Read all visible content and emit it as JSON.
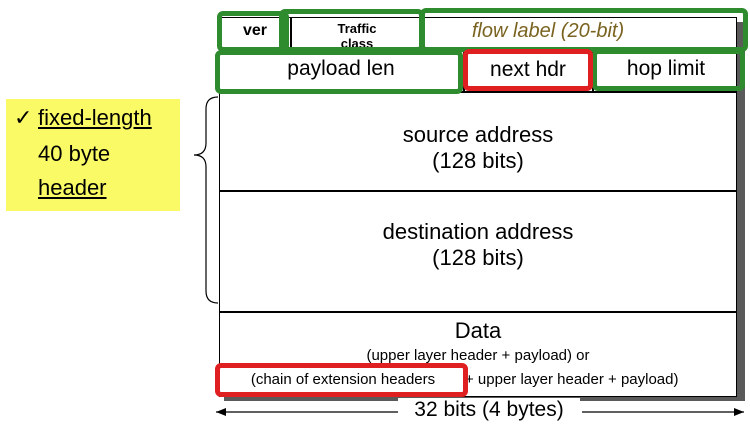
{
  "callout": {
    "check": "✓",
    "line1": "fixed-length",
    "line2": "40 byte",
    "line3": "header"
  },
  "fields": {
    "ver": "ver",
    "traffic_class_1": "Traffic",
    "traffic_class_2": "class",
    "flow_label": "flow label (20-bit)",
    "payload_len": "payload len",
    "next_hdr": "next hdr",
    "hop_limit": "hop limit",
    "source_1": "source address",
    "source_2": "(128 bits)",
    "dest_1": "destination address",
    "dest_2": "(128 bits)",
    "data_title": "Data",
    "data_line2": "(upper layer header + payload) or",
    "data_line3_a": "(chain of extension headers",
    "data_line3_b": "+ upper layer header + payload)"
  },
  "width_label": "32 bits (4 bytes)",
  "colors": {
    "highlight_green": "#2e8b2e",
    "highlight_red": "#e02020",
    "callout_yellow": "#fafa66",
    "flow_label_text": "#7a6320"
  }
}
